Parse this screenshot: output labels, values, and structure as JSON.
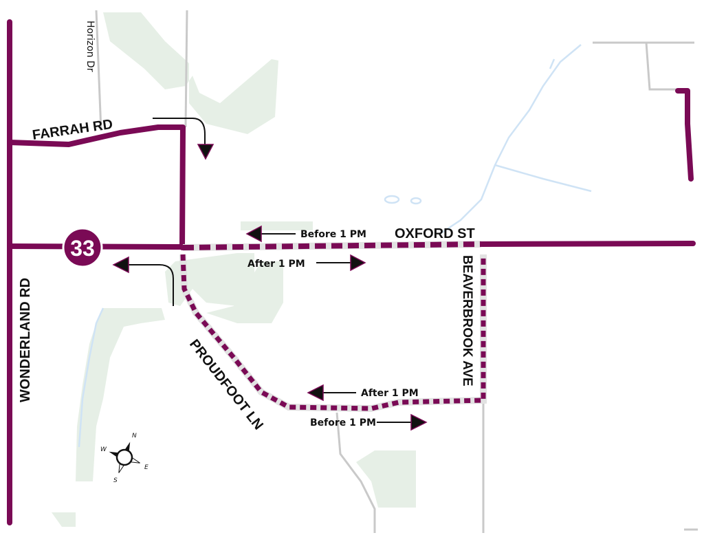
{
  "colors": {
    "route": "#7a0a55",
    "park": "#e6efe6",
    "road": "#c9c9c9",
    "water": "#cfe3f5",
    "text": "#111111"
  },
  "route": {
    "number": "33"
  },
  "streets": {
    "farrah": "FARRAH RD",
    "oxford": "OXFORD ST",
    "wonderland": "WONDERLAND RD",
    "proudfoot": "PROUDFOOT LN",
    "beaverbrook": "BEAVERBROOK AVE",
    "horizon": "Horizon Dr"
  },
  "time_labels": {
    "oxford_westbound": "Before 1 PM",
    "oxford_eastbound": "After 1 PM",
    "proudfoot_westbound": "After 1 PM",
    "proudfoot_eastbound": "Before 1 PM"
  },
  "compass": {
    "n": "N",
    "e": "E",
    "s": "S",
    "w": "W"
  }
}
